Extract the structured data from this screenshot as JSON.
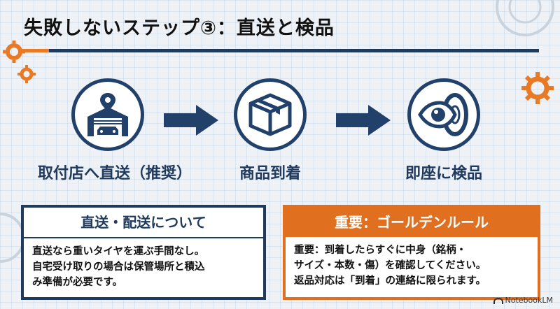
{
  "title": "失敗しないステップ③：直送と検品",
  "steps": [
    {
      "label": "取付店へ直送（推奨）",
      "icon": "garage-location-icon"
    },
    {
      "label": "商品到着",
      "icon": "package-icon"
    },
    {
      "label": "即座に検品",
      "icon": "eye-tire-icon"
    }
  ],
  "box_shipping": {
    "heading": "直送・配送について",
    "lines": [
      "直送なら重いタイヤを運ぶ手間なし。",
      "自宅受け取りの場合は保管場所と積込",
      "み準備が必要です。"
    ]
  },
  "box_rule": {
    "heading": "重要：ゴールデンルール",
    "lines": [
      "重要：到着したらすぐに中身（銘柄・",
      "サイズ・本数・傷）を確認してください。",
      "返品対応は「到着」の連絡に限られます。"
    ]
  },
  "brand": "NotebookLM",
  "colors": {
    "navy": "#1f3a5c",
    "orange": "#e0701f"
  }
}
